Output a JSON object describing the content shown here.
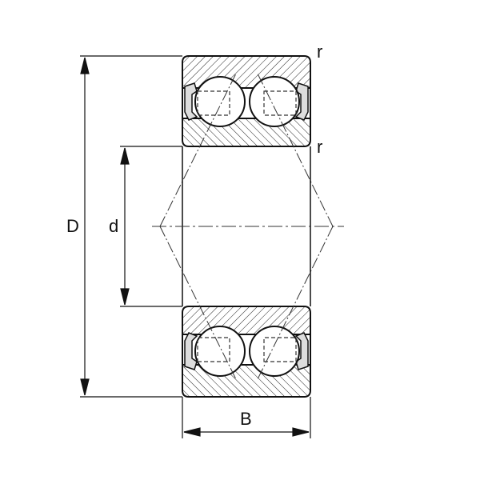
{
  "labels": {
    "outer_diameter": "D",
    "bore_diameter": "d",
    "width": "B",
    "chamfer_outer": "r",
    "chamfer_inner": "r"
  },
  "colors": {
    "line": "#1a1a1a",
    "background": "#ffffff"
  }
}
